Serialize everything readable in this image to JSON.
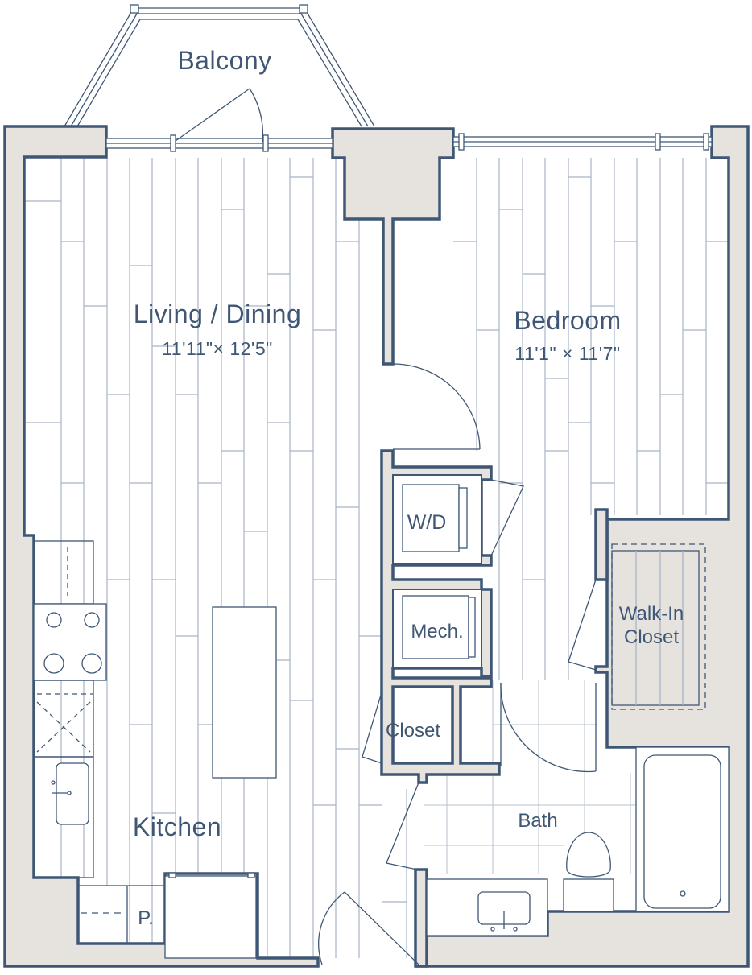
{
  "rooms": {
    "balcony": {
      "name": "Balcony"
    },
    "living": {
      "name": "Living / Dining",
      "dims": "11'11\"× 12'5\""
    },
    "bedroom": {
      "name": "Bedroom",
      "dims": "11'1\" × 11'7\""
    },
    "wd": {
      "name": "W/D"
    },
    "mech": {
      "name": "Mech."
    },
    "walkin": {
      "line1": "Walk-In",
      "line2": "Closet"
    },
    "closet": {
      "name": "Closet"
    },
    "bath": {
      "name": "Bath"
    },
    "kitchen": {
      "name": "Kitchen"
    },
    "pantry": {
      "name": "P."
    }
  },
  "colors": {
    "wall_outline": "#3f5775",
    "wall_fill": "#e6e2de",
    "floor_line": "#8d9db3",
    "label_text": "#3f5775"
  }
}
